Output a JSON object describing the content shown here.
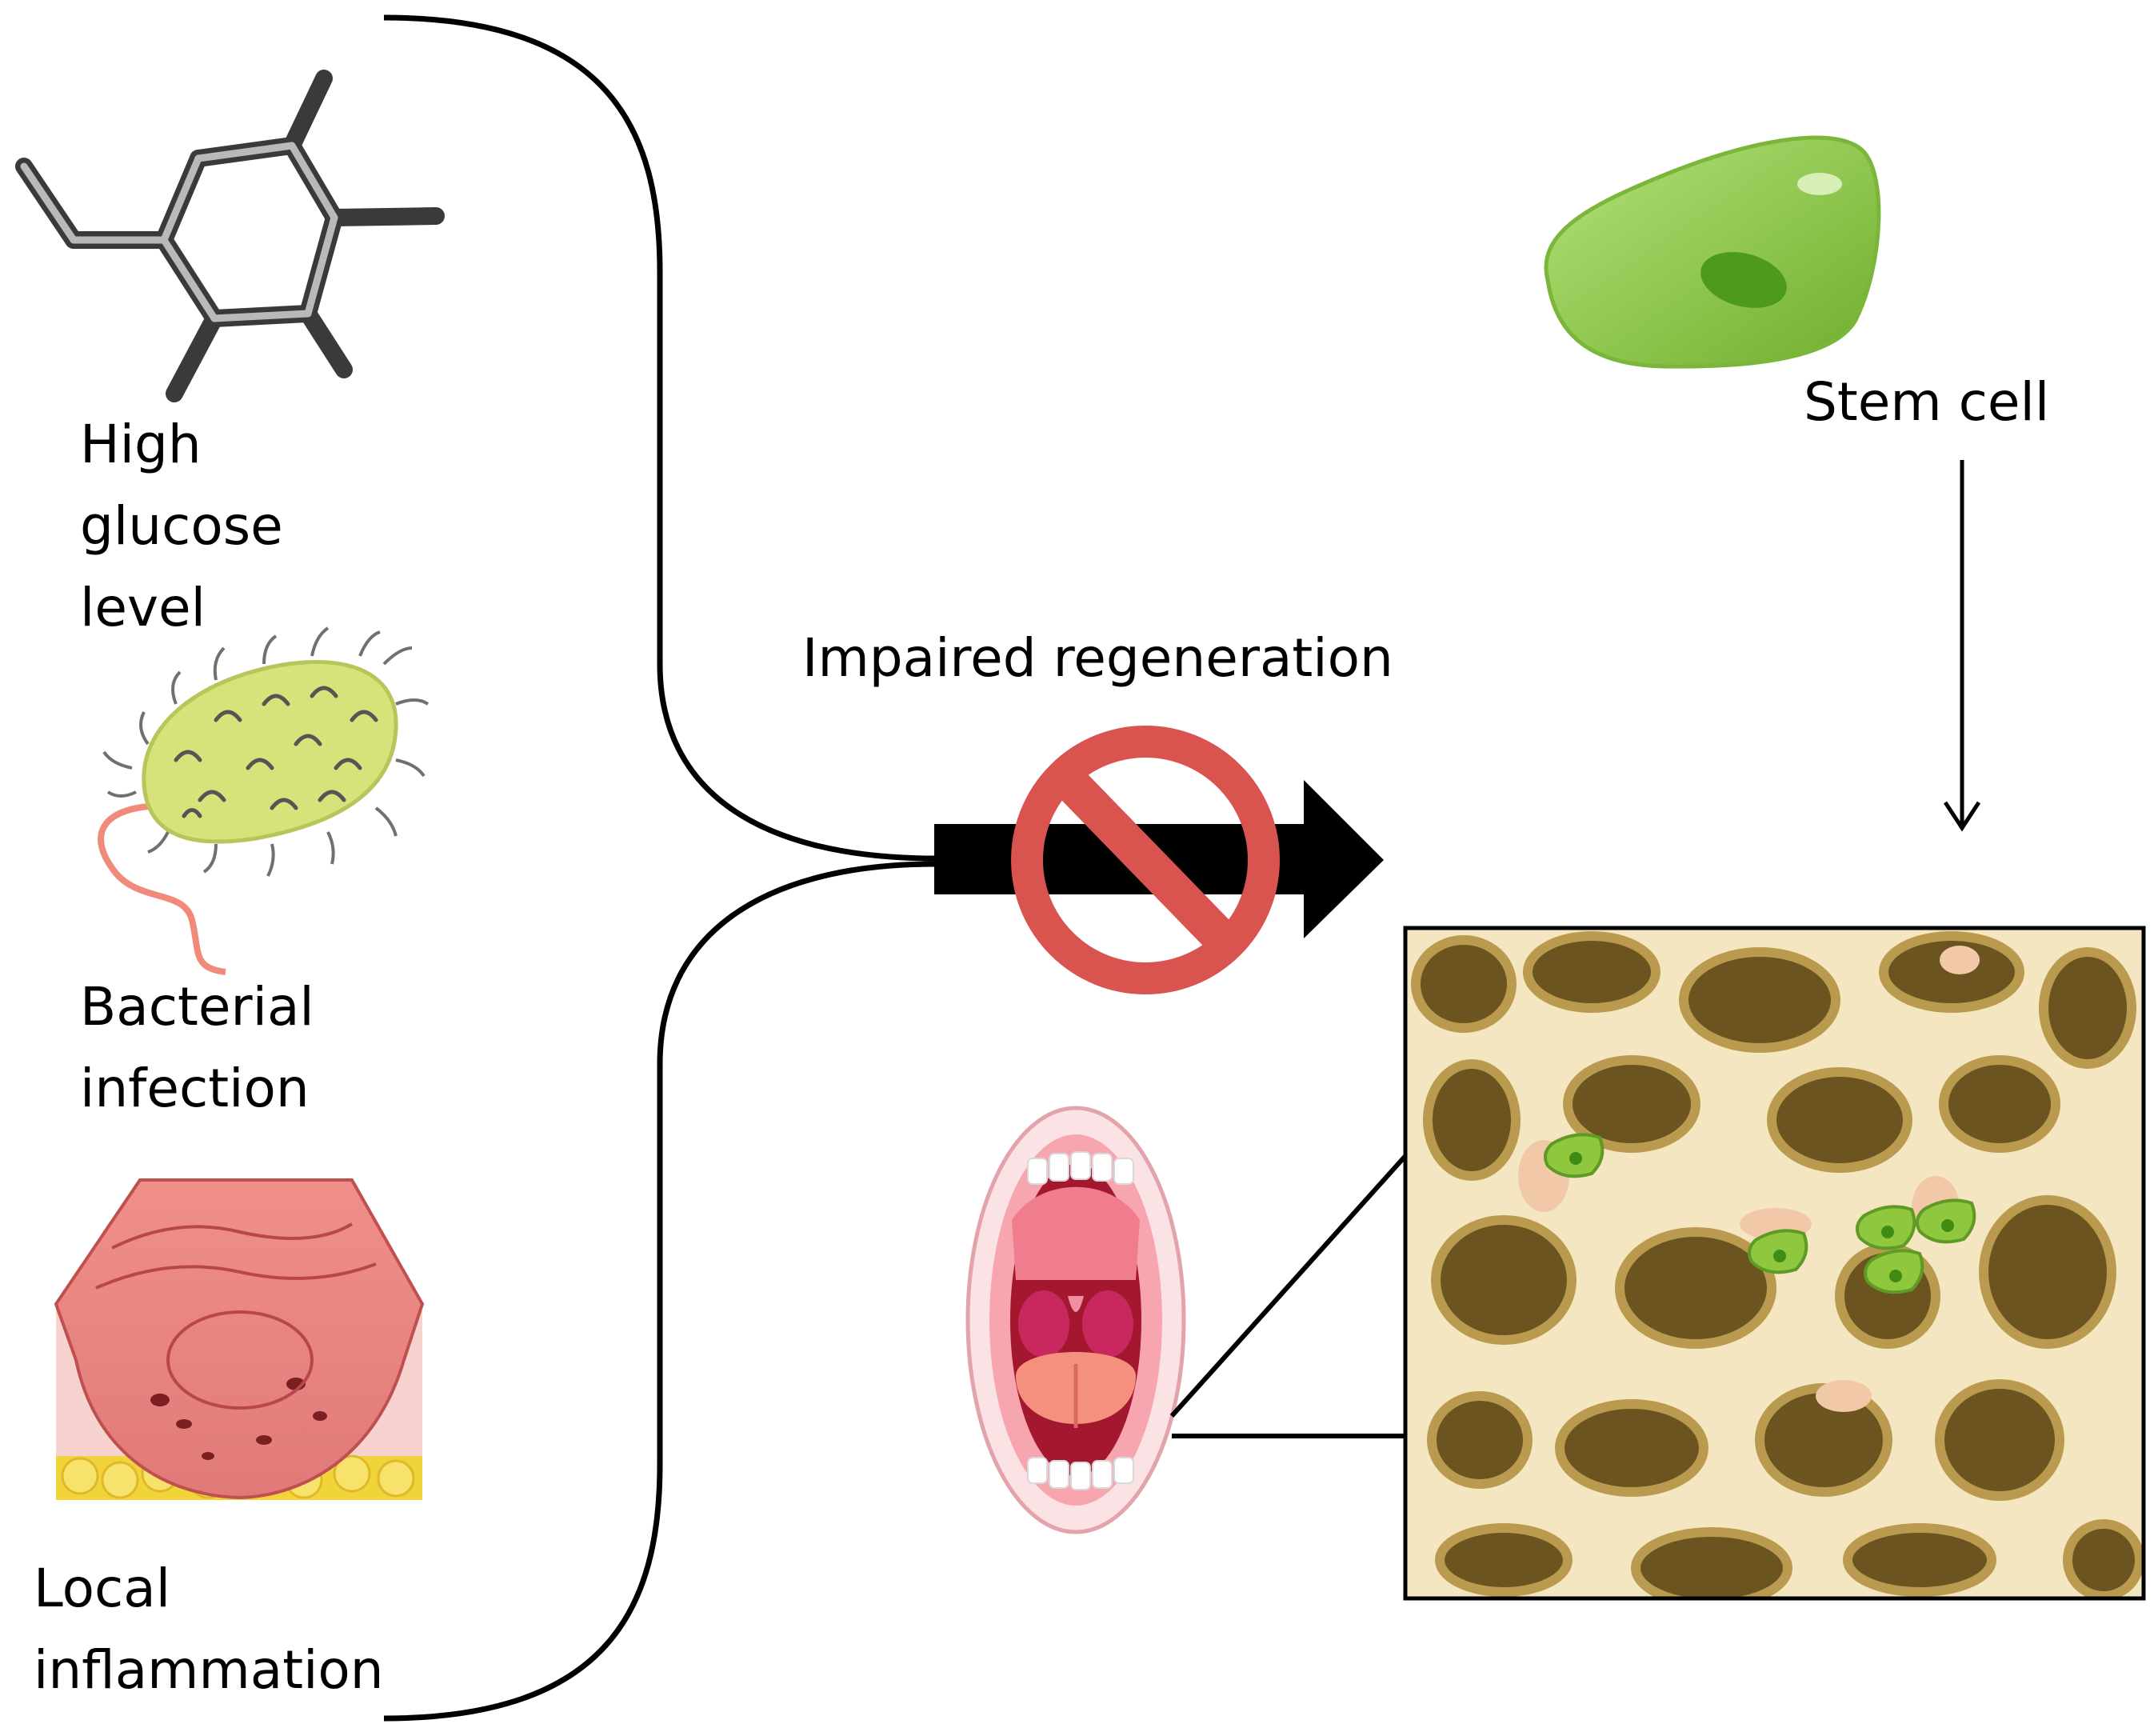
{
  "labels": {
    "high_glucose": [
      "High",
      "glucose",
      "level"
    ],
    "bacterial_infection": [
      "Bacterial",
      "infection"
    ],
    "local_inflammation": [
      "Local",
      "inflammation"
    ],
    "impaired_regeneration": "Impaired regeneration",
    "stem_cell": "Stem cell"
  },
  "icons": {
    "molecule": "glucose-molecule-icon",
    "bacterium": "bacterium-icon",
    "inflamed_tissue": "inflamed-tissue-icon",
    "prohibition": "no-entry-sign-icon",
    "stem_cell": "stem-cell-icon",
    "mouth": "open-mouth-icon",
    "bone": "trabecular-bone-icon"
  },
  "colors": {
    "prohibition_red": "#d9534f",
    "stem_cell_green": "#8fc73e",
    "bone_tan": "#f4e6c0",
    "bone_pore": "#6b5420",
    "bacterium_yellow": "#d7e27a",
    "tissue_pink": "#e58a8a"
  }
}
